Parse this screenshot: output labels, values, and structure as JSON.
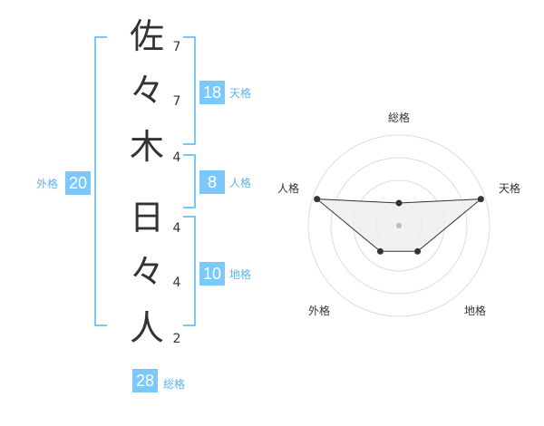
{
  "name": {
    "chars": [
      "佐",
      "々",
      "木",
      "日",
      "々",
      "人"
    ],
    "strokes": [
      "7",
      "7",
      "4",
      "4",
      "4",
      "2"
    ]
  },
  "fortune": {
    "tenkaku": {
      "label": "天格",
      "value": "18"
    },
    "jinkaku": {
      "label": "人格",
      "value": "8"
    },
    "chikaku": {
      "label": "地格",
      "value": "10"
    },
    "gaikaku": {
      "label": "外格",
      "value": "20"
    },
    "soukaku": {
      "label": "総格",
      "value": "28"
    }
  },
  "radar": {
    "axes": [
      "総格",
      "天格",
      "地格",
      "外格",
      "人格"
    ],
    "values": [
      0.25,
      0.95,
      0.35,
      0.35,
      0.95
    ],
    "rings": 4,
    "colors": {
      "ring": "#dddddd",
      "fill": "#eeeeee",
      "line": "#333333",
      "dot": "#333333",
      "center": "#bbbbbb"
    }
  },
  "colors": {
    "accent": "#7cc8f8",
    "accent_text": "#5bb4ea",
    "text": "#333333"
  }
}
